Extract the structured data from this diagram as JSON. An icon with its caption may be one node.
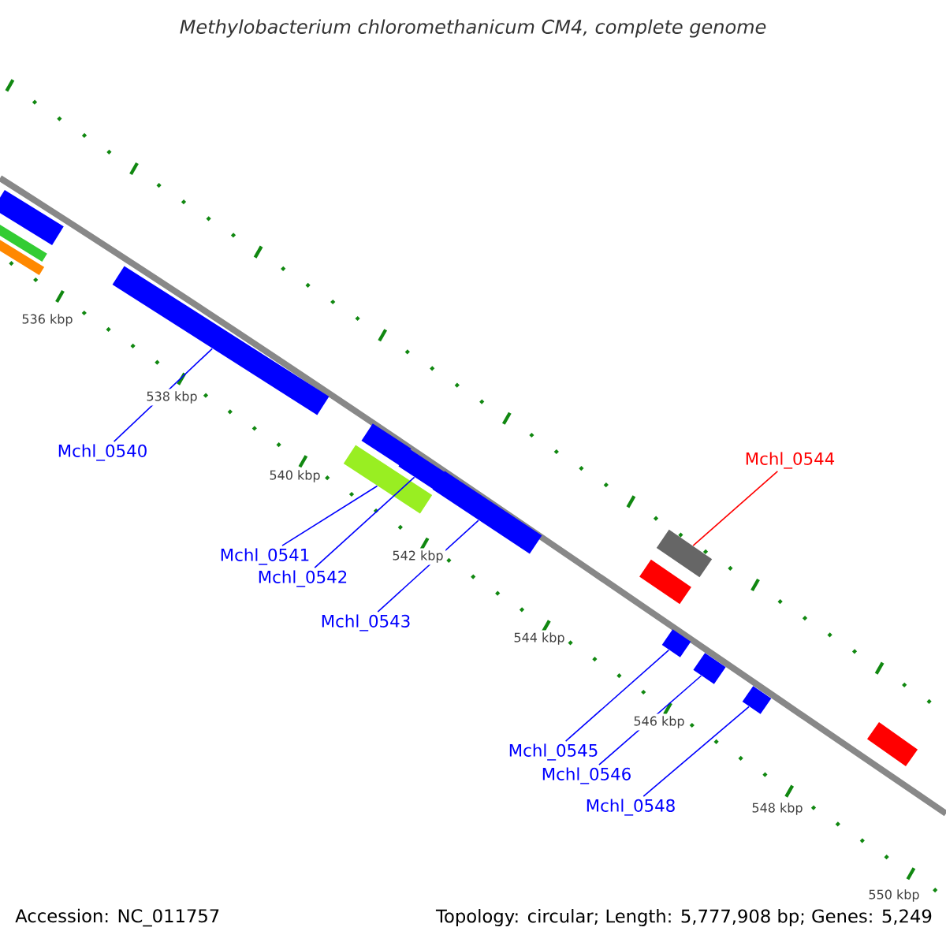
{
  "diagram": {
    "title": "Methylobacterium chloromethanicum CM4, complete genome",
    "nodes": [
      {
        "text": [],
        "shape": "bar"
      },
      {
        "text": [],
        "shape": "bar"
      },
      {
        "text": [],
        "shape": "bar"
      },
      {
        "text": [],
        "shape": "bar"
      },
      {
        "text": [],
        "shape": "bar"
      },
      {
        "text": [],
        "shape": "bar"
      },
      {
        "text": [],
        "shape": "bar"
      },
      {
        "text": [],
        "shape": "bar"
      },
      {
        "text": [],
        "shape": "bar"
      },
      {
        "text": [],
        "shape": "bar"
      },
      {
        "text": [],
        "shape": "bar"
      },
      {
        "text": [],
        "shape": "bar"
      },
      {
        "text": [],
        "shape": "bar"
      },
      {
        "text": [],
        "shape": "bar"
      },
      {
        "text": [
          "Mchl_0540"
        ]
      },
      {
        "text": [
          "Mchl_0541"
        ]
      },
      {
        "text": [
          "Mchl_0542"
        ]
      },
      {
        "text": [
          "Mchl_0543"
        ]
      },
      {
        "text": [
          "Mchl_0544"
        ]
      },
      {
        "text": [
          "Mchl_0545"
        ]
      },
      {
        "text": [
          "Mchl_0546"
        ]
      },
      {
        "text": [
          "Mchl_0548"
        ]
      }
    ],
    "edges": [
      {
        "from": 14,
        "to": 3,
        "arrow": "none"
      },
      {
        "from": 15,
        "to": 5,
        "arrow": "none"
      },
      {
        "from": 16,
        "to": 6,
        "arrow": "none"
      },
      {
        "from": 17,
        "to": 7,
        "arrow": "none"
      },
      {
        "from": 18,
        "to": 8,
        "arrow": "none",
        "color": "#ff0000"
      },
      {
        "from": 19,
        "to": 10,
        "arrow": "none"
      },
      {
        "from": 20,
        "to": 11,
        "arrow": "none"
      },
      {
        "from": 21,
        "to": 12,
        "arrow": "none"
      }
    ],
    "labels": [
      "536 kbp",
      "538 kbp",
      "540 kbp",
      "542 kbp",
      "544 kbp",
      "546 kbp",
      "548 kbp",
      "550 kbp",
      "Accession: NC_011757",
      "Topology: circular; Length: 5,777,908 bp; Genes: 5,249"
    ]
  }
}
